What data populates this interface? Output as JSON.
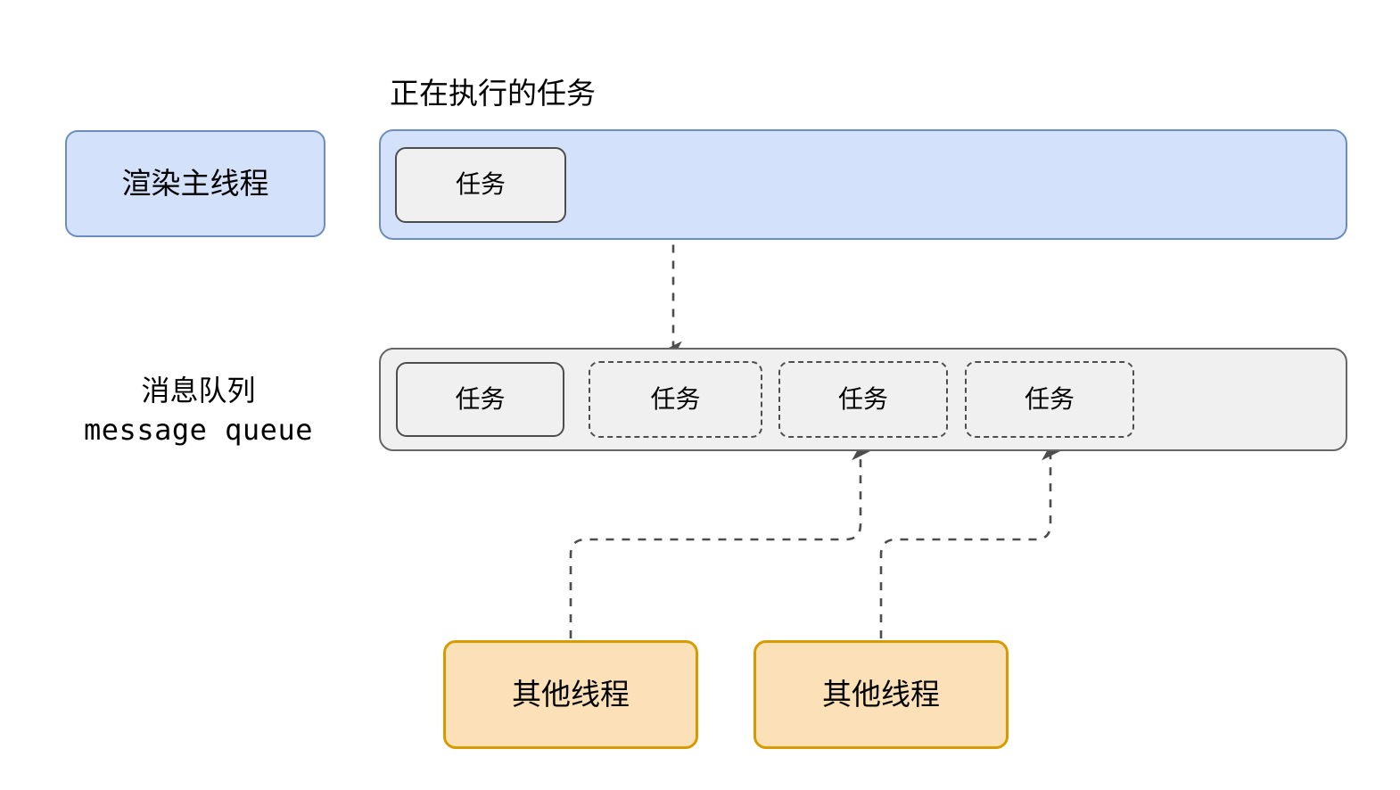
{
  "diagram": {
    "title_label": "正在执行的任务",
    "main_thread": {
      "label": "渲染主线程",
      "running_task_label": "任务"
    },
    "queue": {
      "label_cn": "消息队列",
      "label_en": "message queue",
      "tasks": [
        {
          "label": "任务",
          "state": "active"
        },
        {
          "label": "任务",
          "state": "pending"
        },
        {
          "label": "任务",
          "state": "pending"
        },
        {
          "label": "任务",
          "state": "pending"
        }
      ]
    },
    "other_threads": [
      {
        "label": "其他线程"
      },
      {
        "label": "其他线程"
      }
    ],
    "colors": {
      "blue_fill": "#d4e1fa",
      "blue_stroke": "#6c8ebf",
      "grey_fill": "#f0f0f0",
      "grey_stroke": "#666666",
      "task_stroke": "#4d4d4d",
      "orange_fill": "#fce0b8",
      "orange_stroke": "#d79b00",
      "arrow_stroke": "#4d4d4d",
      "background": "#ffffff"
    }
  }
}
